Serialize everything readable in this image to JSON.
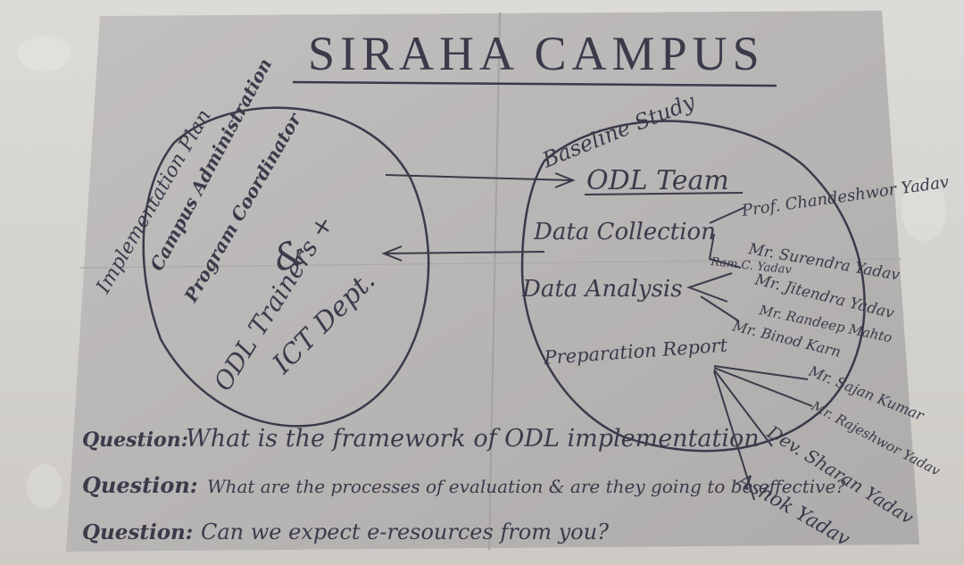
{
  "title": "SIRAHA CAMPUS",
  "left_circle": {
    "arc_label": "Implementation Plan",
    "lines": [
      "Campus Administration",
      "Program Coordinator",
      "&",
      "ODL Trainers +",
      "ICT Dept."
    ]
  },
  "right_circle": {
    "arc_label": "Baseline Study",
    "team": "ODL Team",
    "stages": [
      "Data Collection",
      "Data Analysis",
      "Preparation Report"
    ],
    "names": [
      "Prof. Chandeshwor Yadav",
      "Mr. Surendra Yadav",
      "Ram C. Yadav",
      "Mr. Jitendra Yadav",
      "Mr. Randeep Mahto",
      "Mr. Binod Karn",
      "Mr. Sajan Kumar",
      "Mr. Rajeshwor Yadav",
      "Dev. Sharan Yadav",
      "Ashok Yadav"
    ]
  },
  "questions": [
    {
      "label": "Question:",
      "text": "What is the framework of ODL implementation"
    },
    {
      "label": "Question:",
      "text": "What are the processes of evaluation & are they going to be effective?"
    },
    {
      "label": "Question:",
      "text": "Can we expect e-resources from you?"
    }
  ],
  "colors": {
    "ink": "#3b3a4a",
    "paper": "#b9b6b6",
    "floor": "#d6d4d0"
  }
}
